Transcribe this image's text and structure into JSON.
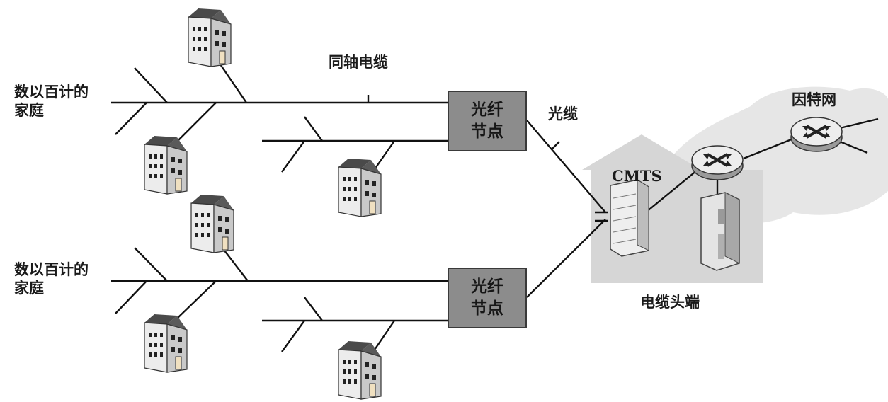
{
  "labels": {
    "homes_top": "数以百计的\n家庭",
    "homes_bottom": "数以百计的\n家庭",
    "coax": "同轴电缆",
    "fiber": "光缆",
    "internet": "因特网",
    "cmts": "CMTS",
    "headend": "电缆头端"
  },
  "nodes": [
    {
      "label": "光纤\n节点"
    },
    {
      "label": "光纤\n节点"
    }
  ],
  "icons": [
    "house-icon",
    "router-icon",
    "server-icon",
    "cmts-rack-icon"
  ],
  "colors": {
    "node_fill": "#8c8c8c",
    "headend_fill": "#d6d6d6",
    "cloud_fill": "#e6e6e6",
    "line": "#111111"
  }
}
